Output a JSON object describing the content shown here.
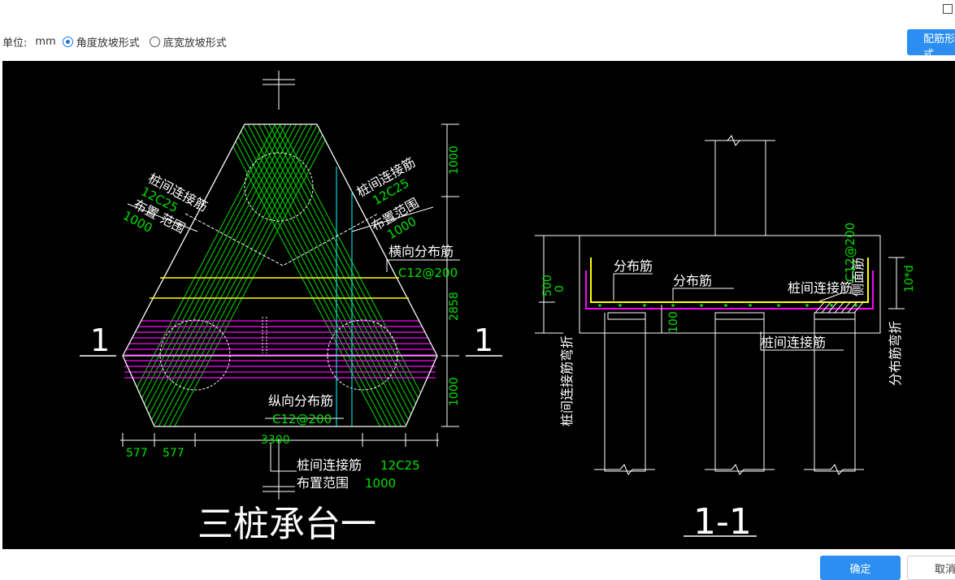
{
  "toolbar": {
    "unit_label": "单位:",
    "unit_value": "mm",
    "options": [
      {
        "label": "角度放坡形式",
        "checked": true
      },
      {
        "label": "底宽放坡形式",
        "checked": false
      }
    ],
    "rebar_button": "配筋形式"
  },
  "drawing": {
    "plan": {
      "title": "三桩承台一",
      "section_mark": "1",
      "left_label1": "桩间连接筋",
      "left_label2": "12C25",
      "left_label3": "布置 范围",
      "left_label4": "1000",
      "right_label1": "桩间连接筋",
      "right_label2": "12C25",
      "right_label3": "布置范围",
      "right_label4": "1000",
      "transverse_label": "横向分布筋",
      "transverse_spec": "C12@200",
      "longitudinal_label": "纵向分布筋",
      "longitudinal_spec": "C12@200",
      "bottom_label1": "桩间连接筋",
      "bottom_spec1": "12C25",
      "bottom_label2": "布置范围",
      "bottom_spec2": "1000",
      "dim_top": "1000",
      "dim_mid": "2858",
      "dim_bot": "1000",
      "dim_w1": "577",
      "dim_w2": "577",
      "dim_total": "3300"
    },
    "section": {
      "title": "1-1",
      "dist_label1": "分布筋",
      "dist_label2": "分布筋",
      "side_label": "侧面筋",
      "side_spec": "C12@200",
      "conn_label1": "桩间连接筋",
      "conn_label2": "桩间连接筋",
      "conn_bend": "桩间连接筋弯折",
      "dist_bend": "分布筋弯折",
      "dim_500": "500",
      "dim_0": "0",
      "dim_100": "100",
      "dim_10d": "10*d"
    }
  },
  "footer": {
    "ok": "确定",
    "cancel": "取消"
  },
  "colors": {
    "green": "#00e000",
    "magenta": "#ff00ff",
    "yellow": "#ffff00",
    "cyan": "#00ffff",
    "white": "#ffffff",
    "accent": "#2b8ef0"
  }
}
